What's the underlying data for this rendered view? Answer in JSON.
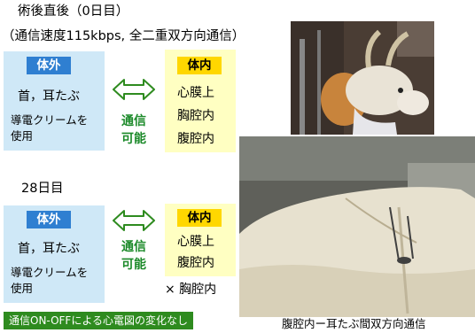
{
  "section1": {
    "title": "術後直後（0日目）",
    "subtitle": "（通信速度115kbps, 全二重双方向通信）",
    "outside": {
      "tag": "体外",
      "line1": "首，耳たぶ",
      "line2": "導電クリームを",
      "line3": "使用"
    },
    "comm": {
      "line1": "通信",
      "line2": "可能"
    },
    "inside": {
      "tag": "体内",
      "line1": "心膜上",
      "line2": "胸腔内",
      "line3": "腹腔内"
    }
  },
  "section2": {
    "title": "28日目",
    "outside": {
      "tag": "体外",
      "line1": "首，耳たぶ",
      "line2": "導電クリームを",
      "line3": "使用"
    },
    "comm": {
      "line1": "通信",
      "line2": "可能"
    },
    "inside": {
      "tag": "体内",
      "line1": "心膜上",
      "line2": "腹腔内",
      "line3": "× 胸腔内"
    }
  },
  "banner": "通信ON-OFFによる心電図の変化なし",
  "photo_caption": "腹腔内ー耳たぶ間双方向通信",
  "colors": {
    "blue_box": "#cfe8f7",
    "blue_tag": "#2f7fd1",
    "yellow_box": "#ffffc2",
    "yellow_tag": "#ffd700",
    "green_text": "#1c8a2a",
    "banner_bg": "#2e8b1f"
  }
}
